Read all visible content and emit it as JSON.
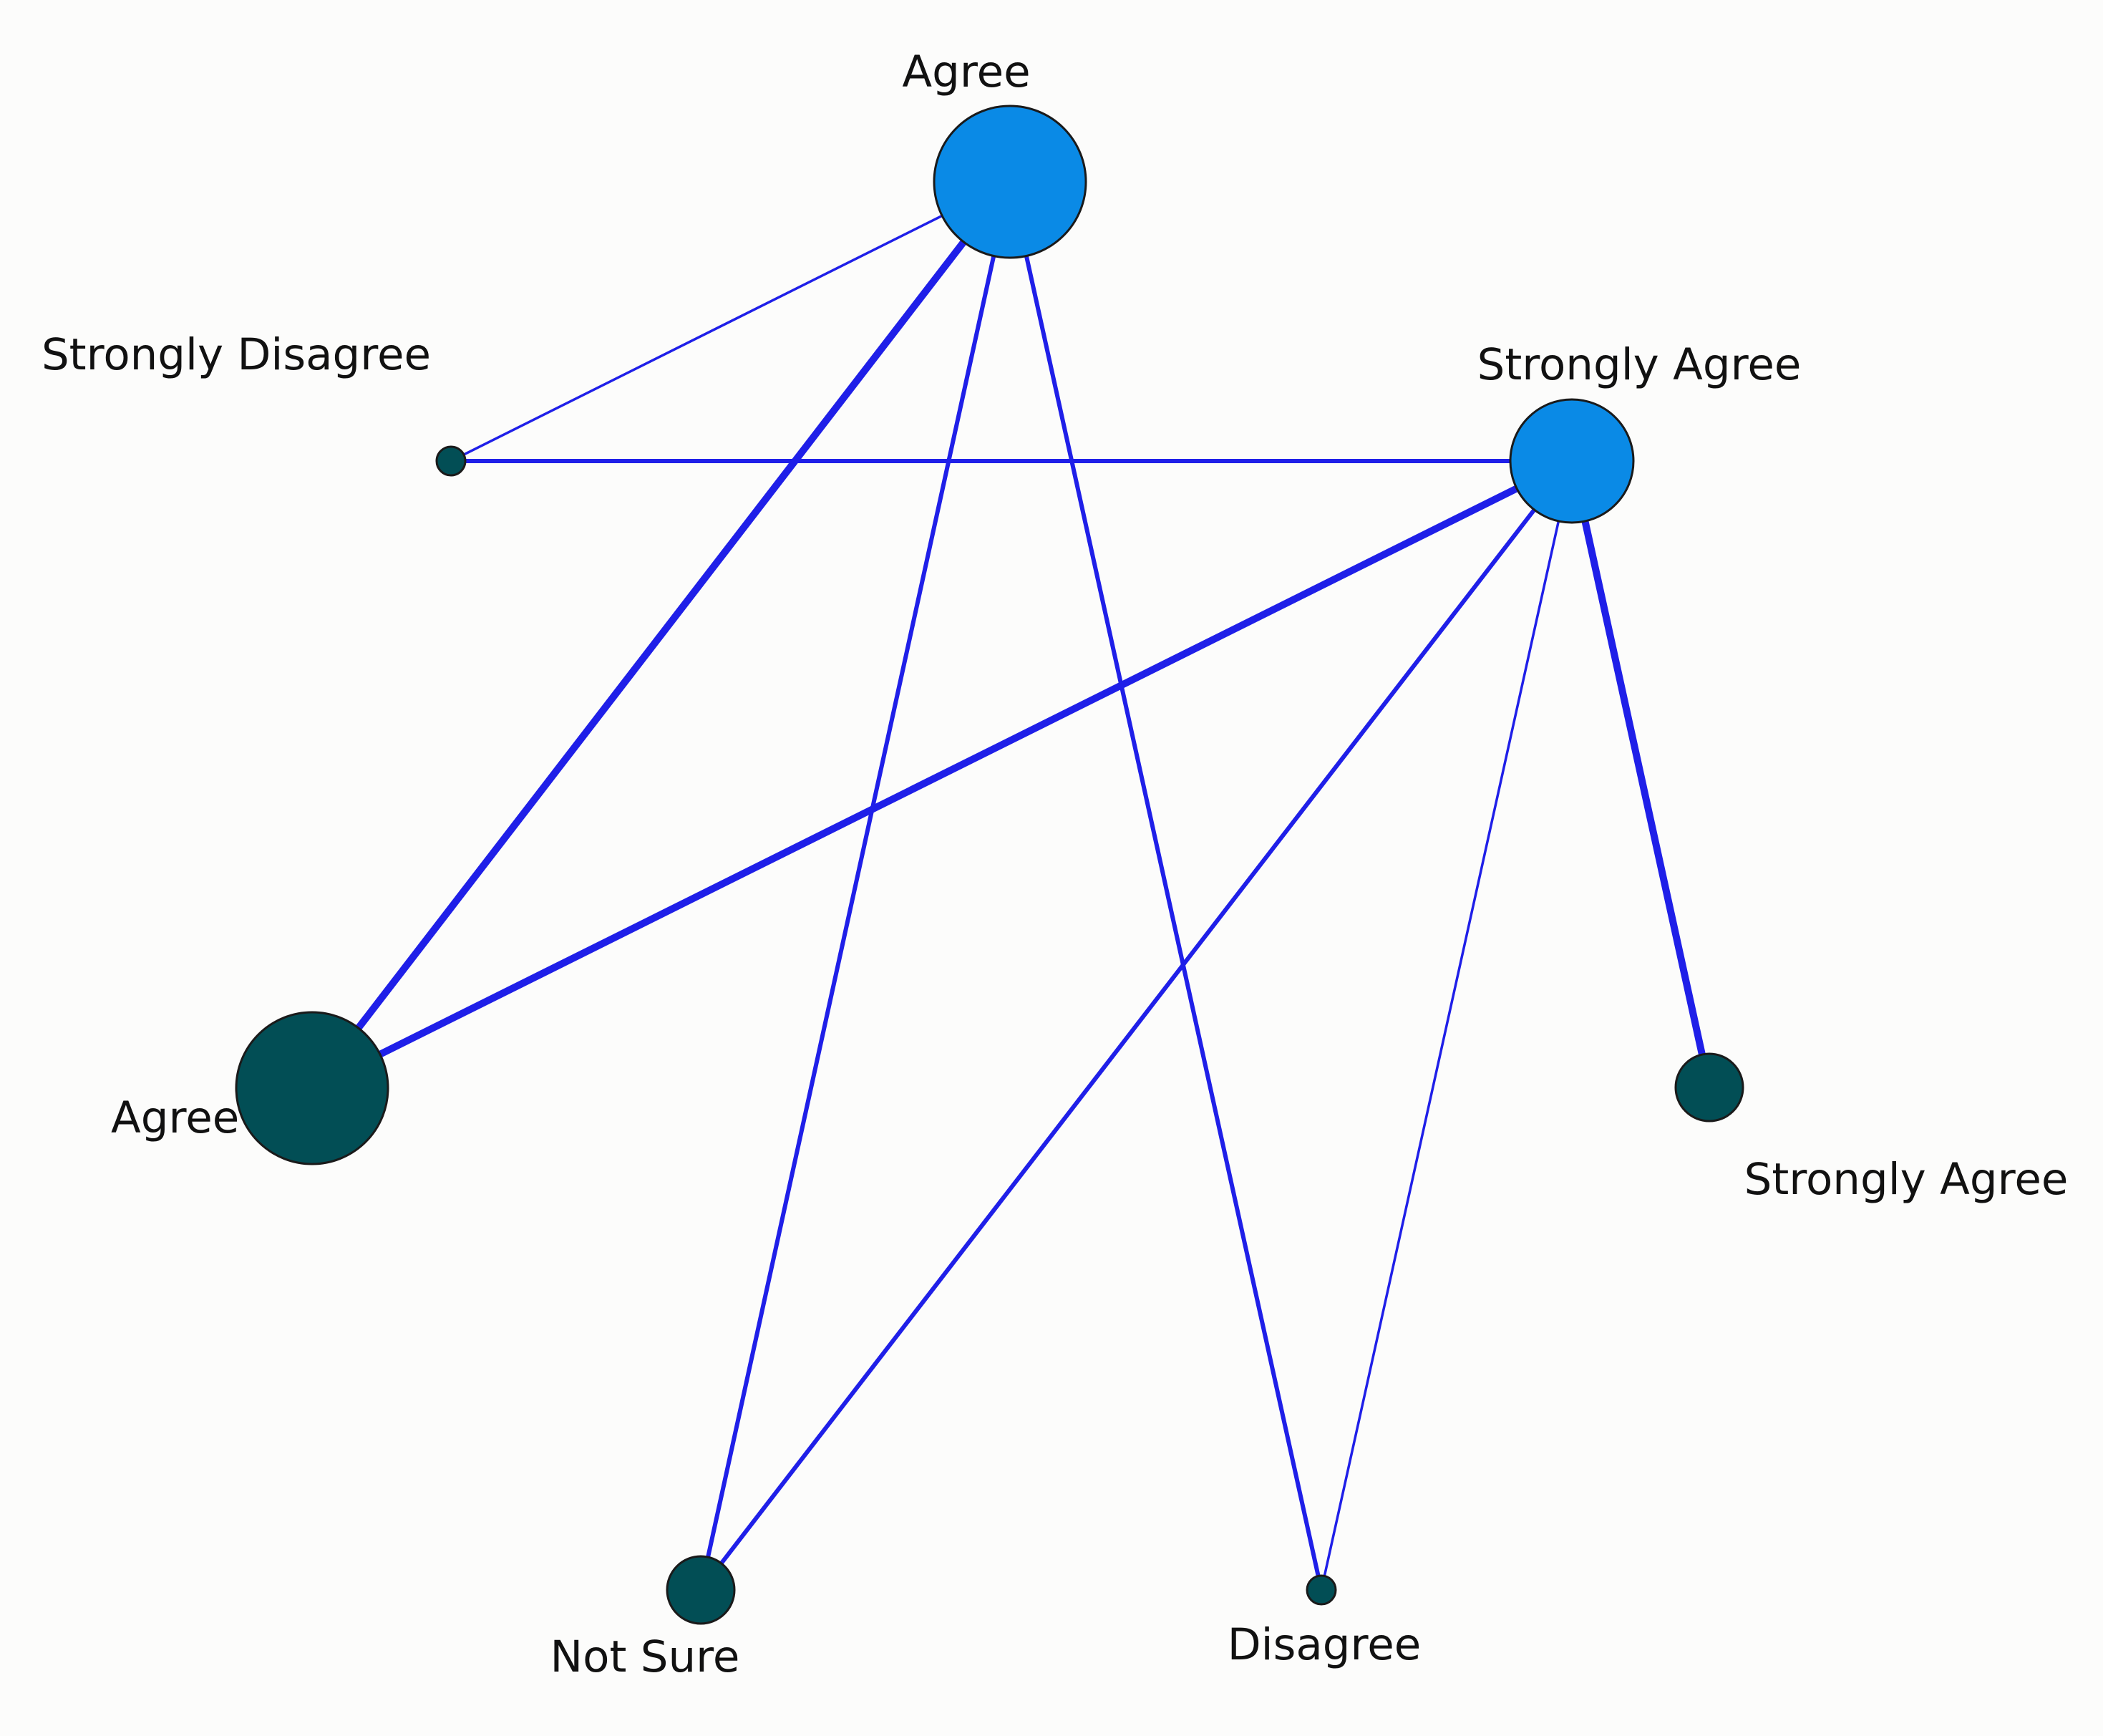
{
  "colors": {
    "background": "#fcfcfb",
    "edge": "#1f1fe8",
    "node_light": "#0a8ae6",
    "node_dark": "#024e55",
    "node_stroke": "#1a1a1a"
  },
  "nodes": [
    {
      "id": "top-agree",
      "label": "Agree",
      "group": "light",
      "size": "large"
    },
    {
      "id": "top-strongly-agree",
      "label": "Strongly Agree",
      "group": "light",
      "size": "medium"
    },
    {
      "id": "bottom-strongly-disagree",
      "label": "Strongly Disagree",
      "group": "dark",
      "size": "tiny"
    },
    {
      "id": "bottom-agree",
      "label": "Agree",
      "group": "dark",
      "size": "large"
    },
    {
      "id": "bottom-strongly-agree",
      "label": "Strongly Agree",
      "group": "dark",
      "size": "small"
    },
    {
      "id": "bottom-not-sure",
      "label": "Not Sure",
      "group": "dark",
      "size": "small"
    },
    {
      "id": "bottom-disagree",
      "label": "Disagree",
      "group": "dark",
      "size": "tiny"
    }
  ],
  "edges": [
    {
      "from": "top-agree",
      "to": "bottom-strongly-disagree",
      "weight": "thin"
    },
    {
      "from": "top-agree",
      "to": "bottom-agree",
      "weight": "heavy"
    },
    {
      "from": "top-agree",
      "to": "bottom-not-sure",
      "weight": "medium"
    },
    {
      "from": "top-agree",
      "to": "bottom-disagree",
      "weight": "medium"
    },
    {
      "from": "top-strongly-agree",
      "to": "bottom-strongly-disagree",
      "weight": "medium"
    },
    {
      "from": "top-strongly-agree",
      "to": "bottom-agree",
      "weight": "heavy"
    },
    {
      "from": "top-strongly-agree",
      "to": "bottom-not-sure",
      "weight": "medium"
    },
    {
      "from": "top-strongly-agree",
      "to": "bottom-disagree",
      "weight": "thin"
    },
    {
      "from": "top-strongly-agree",
      "to": "bottom-strongly-agree",
      "weight": "heavy"
    }
  ]
}
